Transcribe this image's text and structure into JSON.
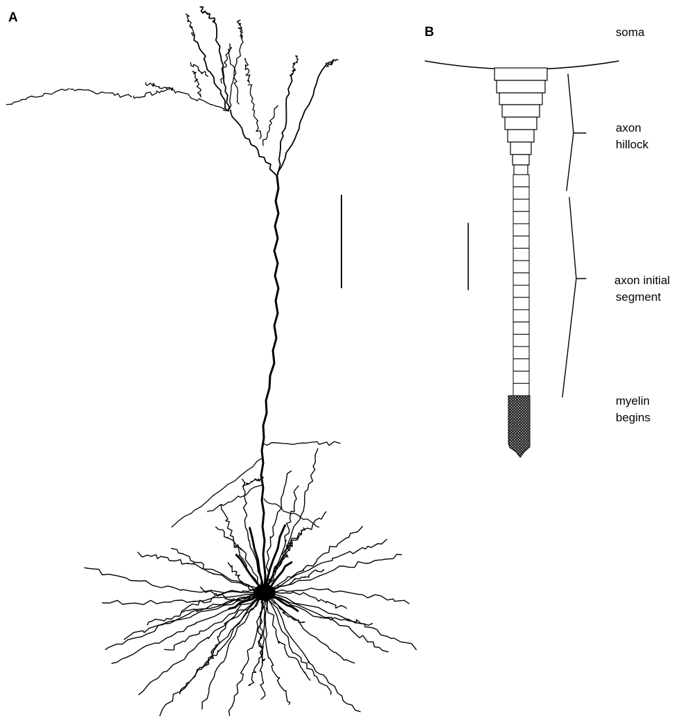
{
  "panel_a": {
    "letter": "A"
  },
  "panel_b": {
    "letter": "B",
    "labels": {
      "soma": "soma",
      "axon_hillock": [
        "axon",
        "hillock"
      ],
      "axon_initial_segment": [
        "axon initial",
        "segment"
      ],
      "myelin": [
        "myelin",
        "begins"
      ]
    }
  },
  "colors": {
    "ink": "#000000",
    "background": "#ffffff"
  }
}
